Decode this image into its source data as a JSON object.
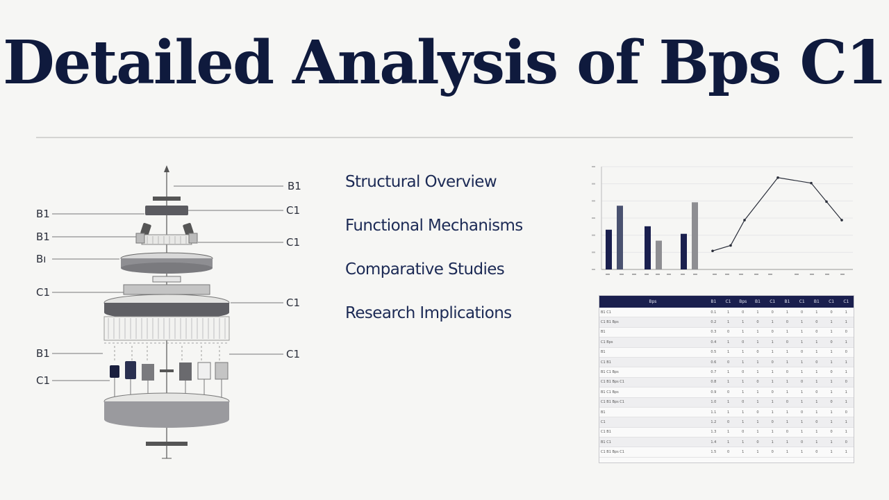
{
  "title": "Detailed Analysis of Bps C1",
  "diagram_labels": {
    "right": [
      "B1",
      "C1",
      "C1",
      "C1",
      "C1"
    ],
    "left": [
      "B1",
      "B1",
      "Bı",
      "C1",
      "B1",
      "C1"
    ]
  },
  "sections": [
    "Structural Overview",
    "Functional Mechanisms",
    "Comparative Studies",
    "Research Implications"
  ],
  "chart_data": {
    "type": "bar",
    "bars": {
      "series": [
        {
          "values": [
            58,
            63,
            52
          ]
        },
        {
          "values": [
            93,
            42,
            98
          ]
        }
      ]
    },
    "line": {
      "y": [
        27,
        35,
        72,
        134,
        126,
        99,
        72
      ]
    },
    "ylim": [
      0,
      150
    ],
    "grid": true
  },
  "table": {
    "headers": [
      "Bps",
      "B1",
      "C1",
      "Bps",
      "B1",
      "C1",
      "B1",
      "C1",
      "B1",
      "C1",
      "C1"
    ],
    "rows": [
      [
        "B1 C1",
        "0.1",
        "1",
        "0",
        "1",
        "0",
        "1",
        "0",
        "1",
        "0",
        "1"
      ],
      [
        "C1 B1 Bps",
        "0.2",
        "1",
        "1",
        "0",
        "1",
        "0",
        "1",
        "0",
        "1",
        "1"
      ],
      [
        "B1",
        "0.3",
        "0",
        "1",
        "1",
        "0",
        "1",
        "1",
        "0",
        "1",
        "0"
      ],
      [
        "C1 Bps",
        "0.4",
        "1",
        "0",
        "1",
        "1",
        "0",
        "1",
        "1",
        "0",
        "1"
      ],
      [
        "B1",
        "0.5",
        "1",
        "1",
        "0",
        "1",
        "1",
        "0",
        "1",
        "1",
        "0"
      ],
      [
        "C1 B1",
        "0.6",
        "0",
        "1",
        "1",
        "0",
        "1",
        "1",
        "0",
        "1",
        "1"
      ],
      [
        "B1 C1 Bps",
        "0.7",
        "1",
        "0",
        "1",
        "1",
        "0",
        "1",
        "1",
        "0",
        "1"
      ],
      [
        "C1 B1 Bps C1",
        "0.8",
        "1",
        "1",
        "0",
        "1",
        "1",
        "0",
        "1",
        "1",
        "0"
      ],
      [
        "B1 C1 Bps",
        "0.9",
        "0",
        "1",
        "1",
        "0",
        "1",
        "1",
        "0",
        "1",
        "1"
      ],
      [
        "C1 B1 Bps C1",
        "1.0",
        "1",
        "0",
        "1",
        "1",
        "0",
        "1",
        "1",
        "0",
        "1"
      ],
      [
        "B1",
        "1.1",
        "1",
        "1",
        "0",
        "1",
        "1",
        "0",
        "1",
        "1",
        "0"
      ],
      [
        "C1",
        "1.2",
        "0",
        "1",
        "1",
        "0",
        "1",
        "1",
        "0",
        "1",
        "1"
      ],
      [
        "C1 B1",
        "1.3",
        "1",
        "0",
        "1",
        "1",
        "0",
        "1",
        "1",
        "0",
        "1"
      ],
      [
        "B1 C1",
        "1.4",
        "1",
        "1",
        "0",
        "1",
        "1",
        "0",
        "1",
        "1",
        "0"
      ],
      [
        "C1 B1 Bps C1",
        "1.5",
        "0",
        "1",
        "1",
        "0",
        "1",
        "1",
        "0",
        "1",
        "1"
      ]
    ]
  },
  "colors": {
    "navy": "#1a1f4e",
    "slate": "#4a5270",
    "grey": "#8e8e92",
    "light_grey": "#c9c9c9"
  }
}
